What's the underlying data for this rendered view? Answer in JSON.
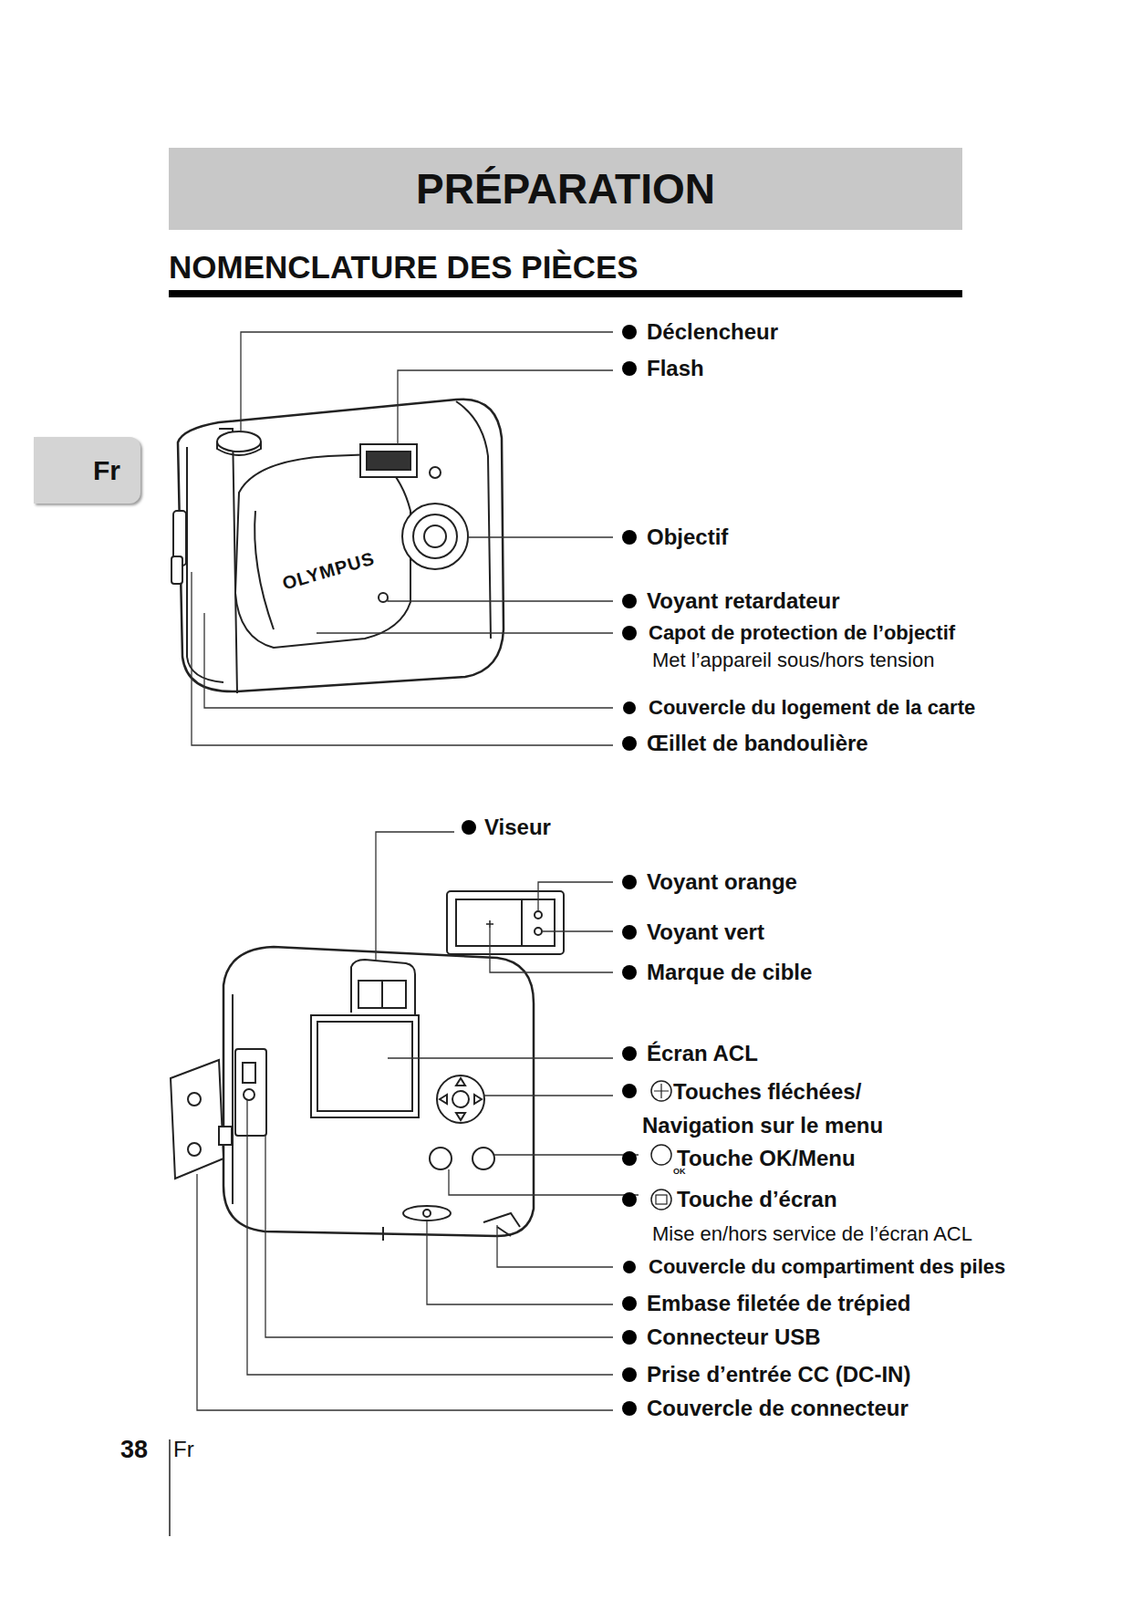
{
  "diagram": {
    "title": "NOMENCLATURE DES PIÈCES",
    "nodes": [
      {
        "text": [
          "PRÉPARATION"
        ]
      },
      {
        "text": [
          "Fr"
        ]
      }
    ],
    "labels": [
      "Déclencheur",
      "Flash",
      "Objectif",
      "Voyant retardateur",
      "Capot de protection de l’objectif",
      "Met l’appareil sous/hors tension",
      "Couvercle du logement de la carte",
      "Œillet de bandoulière",
      "OLYMPUS",
      "Viseur",
      "Voyant orange",
      "Voyant vert",
      "Marque de cible",
      "Écran ACL",
      "Touches fléchées/ Navigation sur le menu",
      "Touche OK/Menu",
      "OK",
      "Touche d’écran",
      "Mise en/hors service de l’écran ACL",
      "Couvercle du compartiment des piles",
      "Embase filetée de trépied",
      "Connecteur USB",
      "Prise d’entrée CC (DC-IN)",
      "Couvercle de connecteur",
      "38",
      "Fr"
    ]
  }
}
